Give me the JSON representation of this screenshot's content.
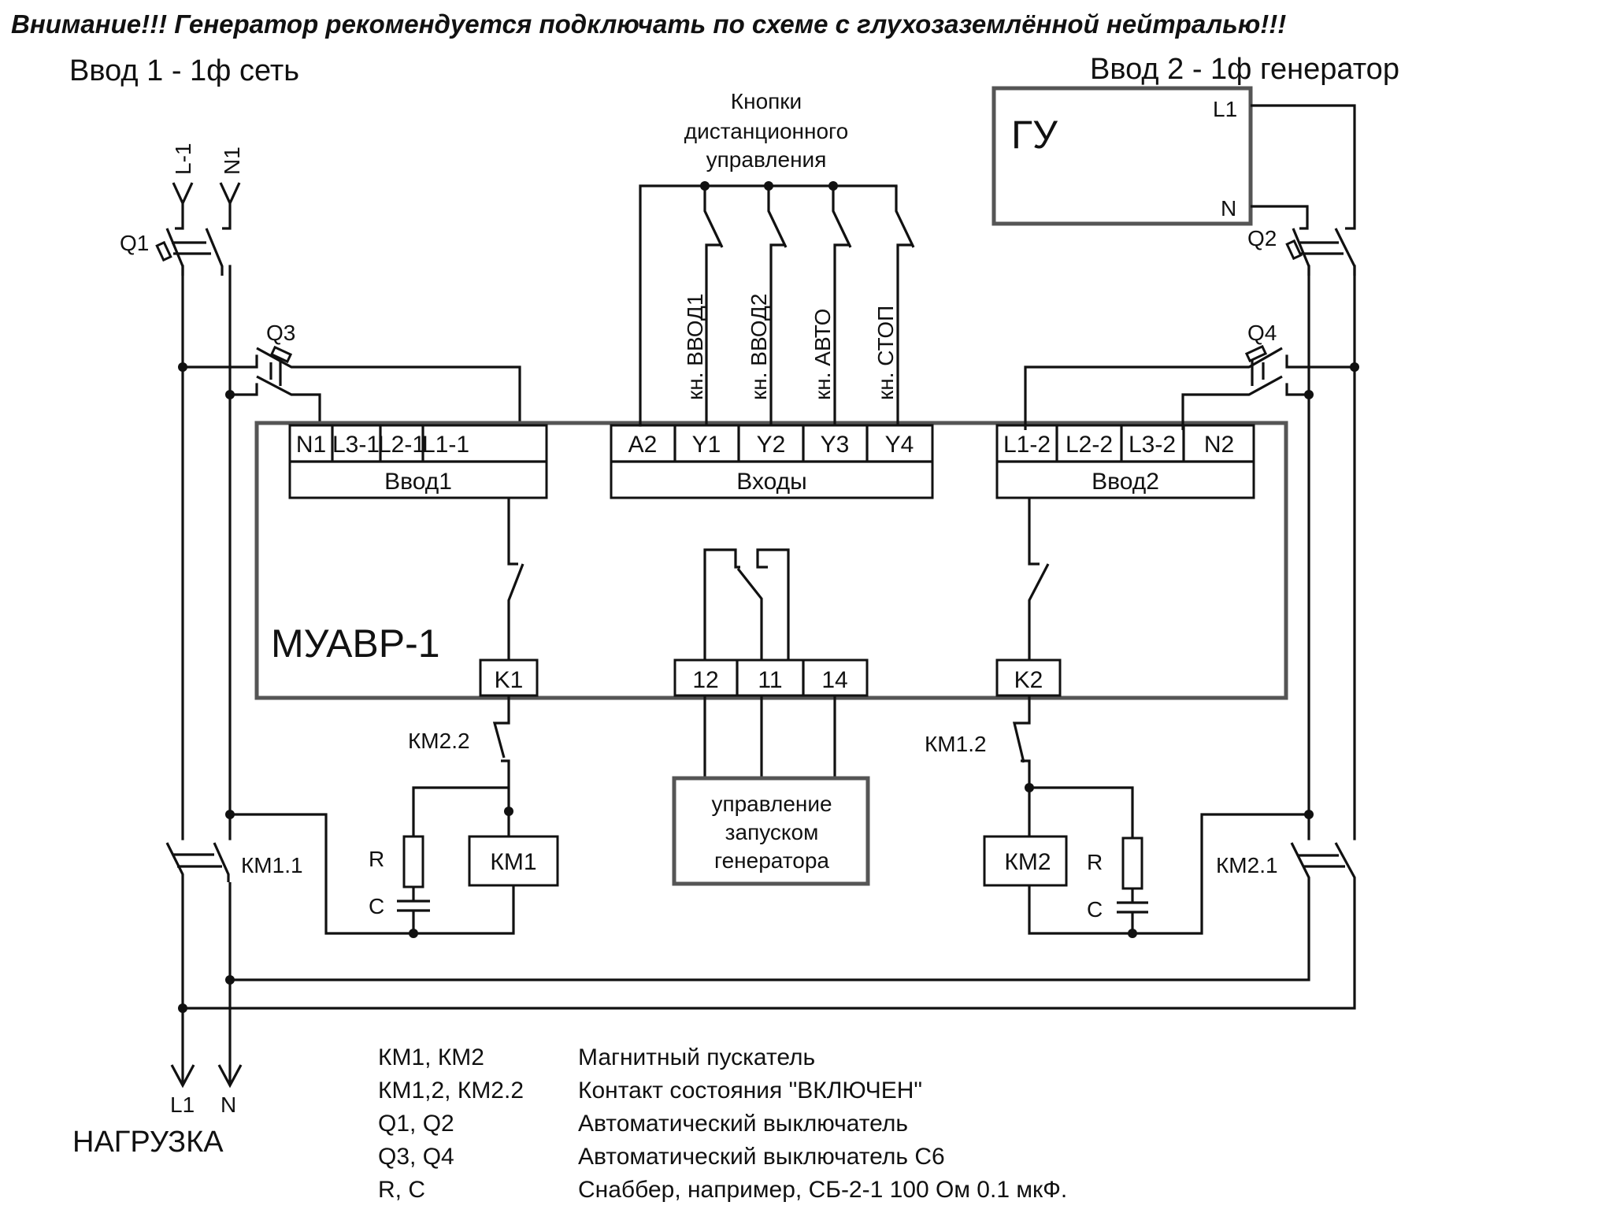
{
  "header": {
    "warning": "Внимание!!! Генератор рекомендуется подключать по схеме с глухозаземлённой нейтралью!!!",
    "input1_title": "Ввод 1 - 1ф сеть",
    "input2_title": "Ввод 2 - 1ф генератор"
  },
  "mains": {
    "line_label": "L-1",
    "neutral_label": "N1",
    "breaker": "Q1",
    "control_breaker": "Q3"
  },
  "generator": {
    "label": "ГУ",
    "terminal_l": "L1",
    "terminal_n": "N",
    "breaker": "Q2",
    "control_breaker": "Q4"
  },
  "remote_buttons": {
    "caption": [
      "Кнопки",
      "дистанционного",
      "управления"
    ],
    "buttons": [
      "кн. ВВОД1",
      "кн. ВВОД2",
      "кн. АВТО",
      "кн. СТОП"
    ]
  },
  "module": {
    "name": "МУАВР-1",
    "input1": {
      "pins": [
        "N1",
        "L3-1",
        "L2-1",
        "L1-1"
      ],
      "label": "Ввод1"
    },
    "inputs": {
      "pins": [
        "A2",
        "Y1",
        "Y2",
        "Y3",
        "Y4"
      ],
      "label": "Входы"
    },
    "input2": {
      "pins": [
        "L1-2",
        "L2-2",
        "L3-2",
        "N2"
      ],
      "label": "Ввод2"
    },
    "out_k1": "K1",
    "out_k2": "K2",
    "relay_pins": [
      "12",
      "11",
      "14"
    ]
  },
  "generator_control": [
    "управление",
    "запуском",
    "генератора"
  ],
  "contactors": {
    "km1": "КМ1",
    "km2": "КМ2",
    "km1_main": "КМ1.1",
    "km2_main": "КМ2.1",
    "km1_aux": "КМ1.2",
    "km2_aux": "КМ2.2",
    "r": "R",
    "c": "C"
  },
  "load": {
    "l": "L1",
    "n": "N",
    "label": "НАГРУЗКА"
  },
  "legend": [
    {
      "code": "КМ1, КМ2",
      "desc": "Магнитный пускатель"
    },
    {
      "code": "КМ1,2, КМ2.2",
      "desc": "Контакт состояния \"ВКЛЮЧЕН\""
    },
    {
      "code": "Q1, Q2",
      "desc": "Автоматический выключатель"
    },
    {
      "code": "Q3, Q4",
      "desc": "Автоматический выключатель С6"
    },
    {
      "code": "R, C",
      "desc": "Снаббер, например, СБ-2-1 100 Ом 0.1 мкФ."
    }
  ]
}
